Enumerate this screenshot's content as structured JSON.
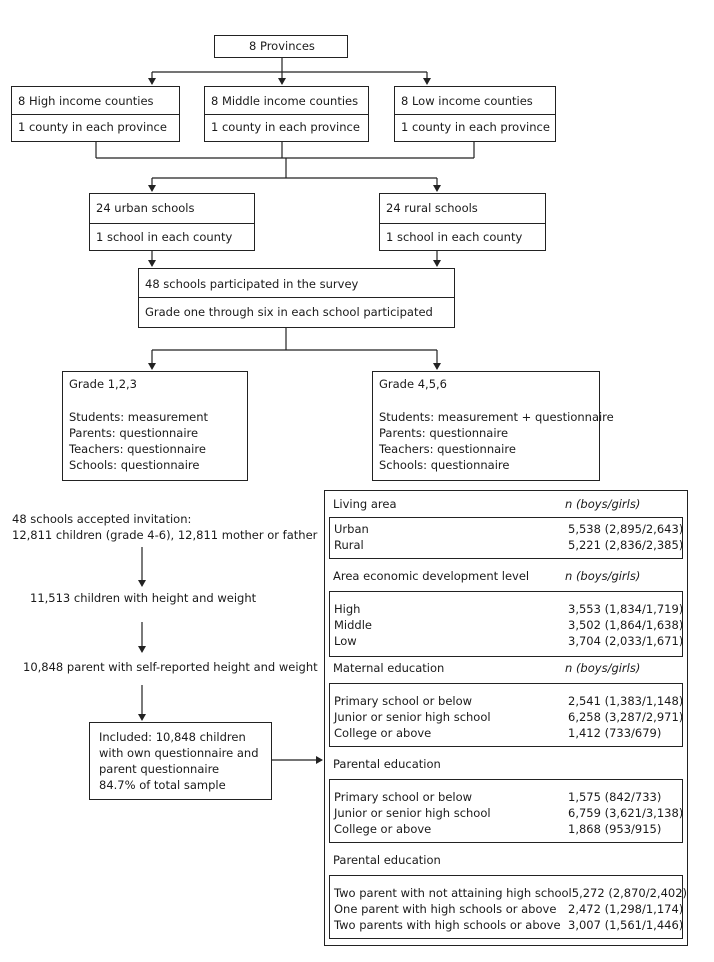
{
  "top": {
    "provinces": "8 Provinces"
  },
  "counties": [
    {
      "title": "8 High income counties",
      "sub": "1 county in each province"
    },
    {
      "title": "8 Middle income counties",
      "sub": "1 county in each province"
    },
    {
      "title": "8 Low income counties",
      "sub": "1 county in each province"
    }
  ],
  "schools": [
    {
      "title": "24 urban schools",
      "sub": "1 school in each county"
    },
    {
      "title": "24 rural schools",
      "sub": "1 school in each county"
    }
  ],
  "survey": {
    "title": "48 schools participated in the survey",
    "sub": "Grade one through six in each school participated"
  },
  "grades": [
    {
      "title": "Grade 1,2,3",
      "lines": [
        "Students: measurement",
        "Parents: questionnaire",
        "Teachers: questionnaire",
        "Schools: questionnaire"
      ]
    },
    {
      "title": "Grade 4,5,6",
      "lines": [
        "Students: measurement + questionnaire",
        "Parents: questionnaire",
        "Teachers: questionnaire",
        "Schools: questionnaire"
      ]
    }
  ],
  "flow": {
    "step1_line1": "48 schools accepted invitation:",
    "step1_line2": "12,811 children (grade 4-6), 12,811 mother or father",
    "step2": "11,513 children with height and weight",
    "step3": "10,848 parent with self-reported height and weight",
    "included": [
      "Included: 10,848 children",
      "with own questionnaire and",
      "parent questionnaire",
      "84.7% of total sample"
    ]
  },
  "table": {
    "n_header": "n (boys/girls)",
    "sections": [
      {
        "title": "Living area",
        "show_n": true,
        "rows": [
          {
            "label": "Urban",
            "value": "5,538 (2,895/2,643)"
          },
          {
            "label": "Rural",
            "value": "5,221 (2,836/2,385)"
          }
        ]
      },
      {
        "title": "Area economic development level",
        "show_n": true,
        "rows": [
          {
            "label": "High",
            "value": "3,553 (1,834/1,719)"
          },
          {
            "label": "Middle",
            "value": "3,502 (1,864/1,638)"
          },
          {
            "label": "Low",
            "value": "3,704 (2,033/1,671)"
          }
        ]
      },
      {
        "title": "Maternal education",
        "show_n": true,
        "rows": [
          {
            "label": "Primary school or below",
            "value": "2,541 (1,383/1,148)"
          },
          {
            "label": "Junior or senior high school",
            "value": "6,258 (3,287/2,971)"
          },
          {
            "label": "College or above",
            "value": "1,412 (733/679)"
          }
        ]
      },
      {
        "title": "Parental education",
        "show_n": false,
        "rows": [
          {
            "label": "Primary school or below",
            "value": "1,575 (842/733)"
          },
          {
            "label": "Junior or senior high school",
            "value": "6,759 (3,621/3,138)"
          },
          {
            "label": "College or above",
            "value": "1,868 (953/915)"
          }
        ]
      },
      {
        "title": "Parental education",
        "show_n": false,
        "rows": [
          {
            "label": "Two parent with not attaining high school",
            "value": "5,272 (2,870/2,402)"
          },
          {
            "label": "One parent with high schools or above",
            "value": "2,472 (1,298/1,174)"
          },
          {
            "label": "Two parents with high schools or above",
            "value": "3,007 (1,561/1,446)"
          }
        ]
      }
    ]
  }
}
